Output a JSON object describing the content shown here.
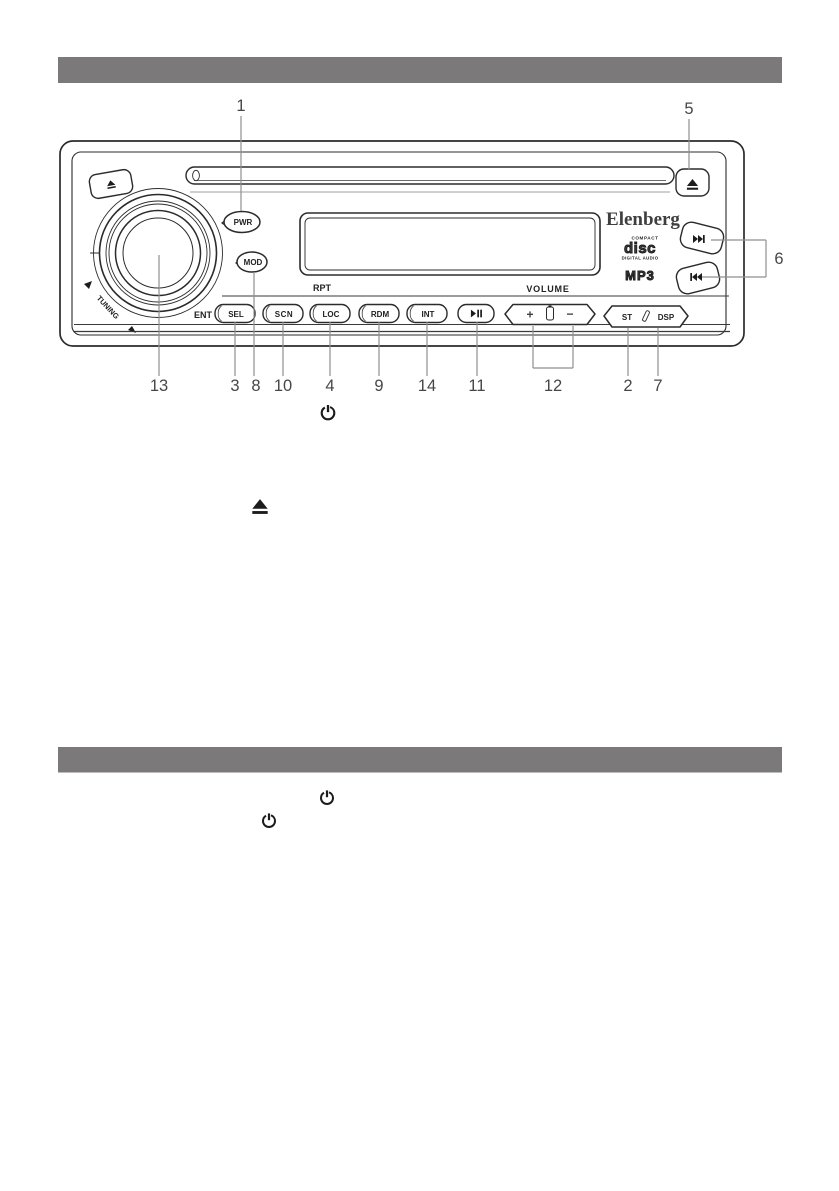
{
  "colors": {
    "section_bar": "#7b7979",
    "line_art": "#2b2b2b",
    "leader_line": "#8f8f8f",
    "callout_text": "#474747"
  },
  "device": {
    "brand": "Elenberg",
    "cd_logo": {
      "top": "COMPACT",
      "word": "disc",
      "bottom": "DIGITAL AUDIO"
    },
    "mp3_logo": "MP3",
    "buttons": {
      "pwr": "PWR",
      "mod": "MOD",
      "sel": "SEL",
      "scn": "SCN",
      "loc": "LOC",
      "rdm": "RDM",
      "int": "INT",
      "st": "ST",
      "dsp": "DSP",
      "volume_plus": "+",
      "volume_minus": "−"
    },
    "labels": {
      "ent": "ENT",
      "rpt": "RPT",
      "volume": "VOLUME",
      "tuning": "TUNING"
    },
    "icons": {
      "eject_button": "eject-icon",
      "panel_release": "release-icon",
      "play_pause": "play-pause-icon",
      "seek_forward": "seek-forward-icon",
      "seek_back": "seek-back-icon",
      "battery": "battery-icon",
      "pencil": "pencil-icon"
    }
  },
  "callouts": {
    "c1": "1",
    "c2": "2",
    "c3": "3",
    "c4": "4",
    "c5": "5",
    "c6": "6",
    "c7": "7",
    "c8": "8",
    "c9": "9",
    "c10": "10",
    "c11": "11",
    "c12": "12",
    "c13": "13",
    "c14": "14"
  },
  "inline_symbols": {
    "power": "power-icon",
    "eject": "eject-icon"
  }
}
